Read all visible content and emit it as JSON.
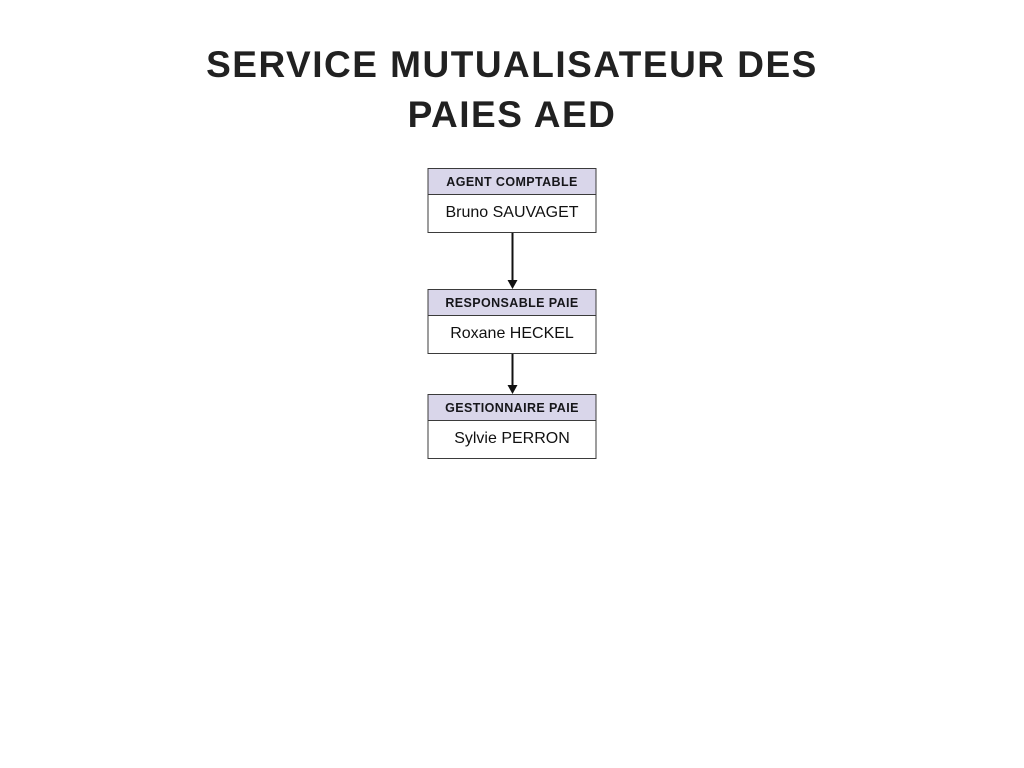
{
  "title": {
    "line1": "SERVICE MUTUALISATEUR DES",
    "line2": "PAIES AED"
  },
  "org_chart": {
    "nodes": [
      {
        "role": "AGENT COMPTABLE",
        "name": "Bruno SAUVAGET"
      },
      {
        "role": "RESPONSABLE PAIE",
        "name": "Roxane HECKEL"
      },
      {
        "role": "GESTIONNAIRE PAIE",
        "name": "Sylvie PERRON"
      }
    ],
    "colors": {
      "header_bg": "#d9d6ea",
      "border": "#3b3b3b",
      "arrow": "#111111",
      "title_text": "#212121",
      "body_text": "#111111",
      "page_bg": "#ffffff"
    }
  }
}
